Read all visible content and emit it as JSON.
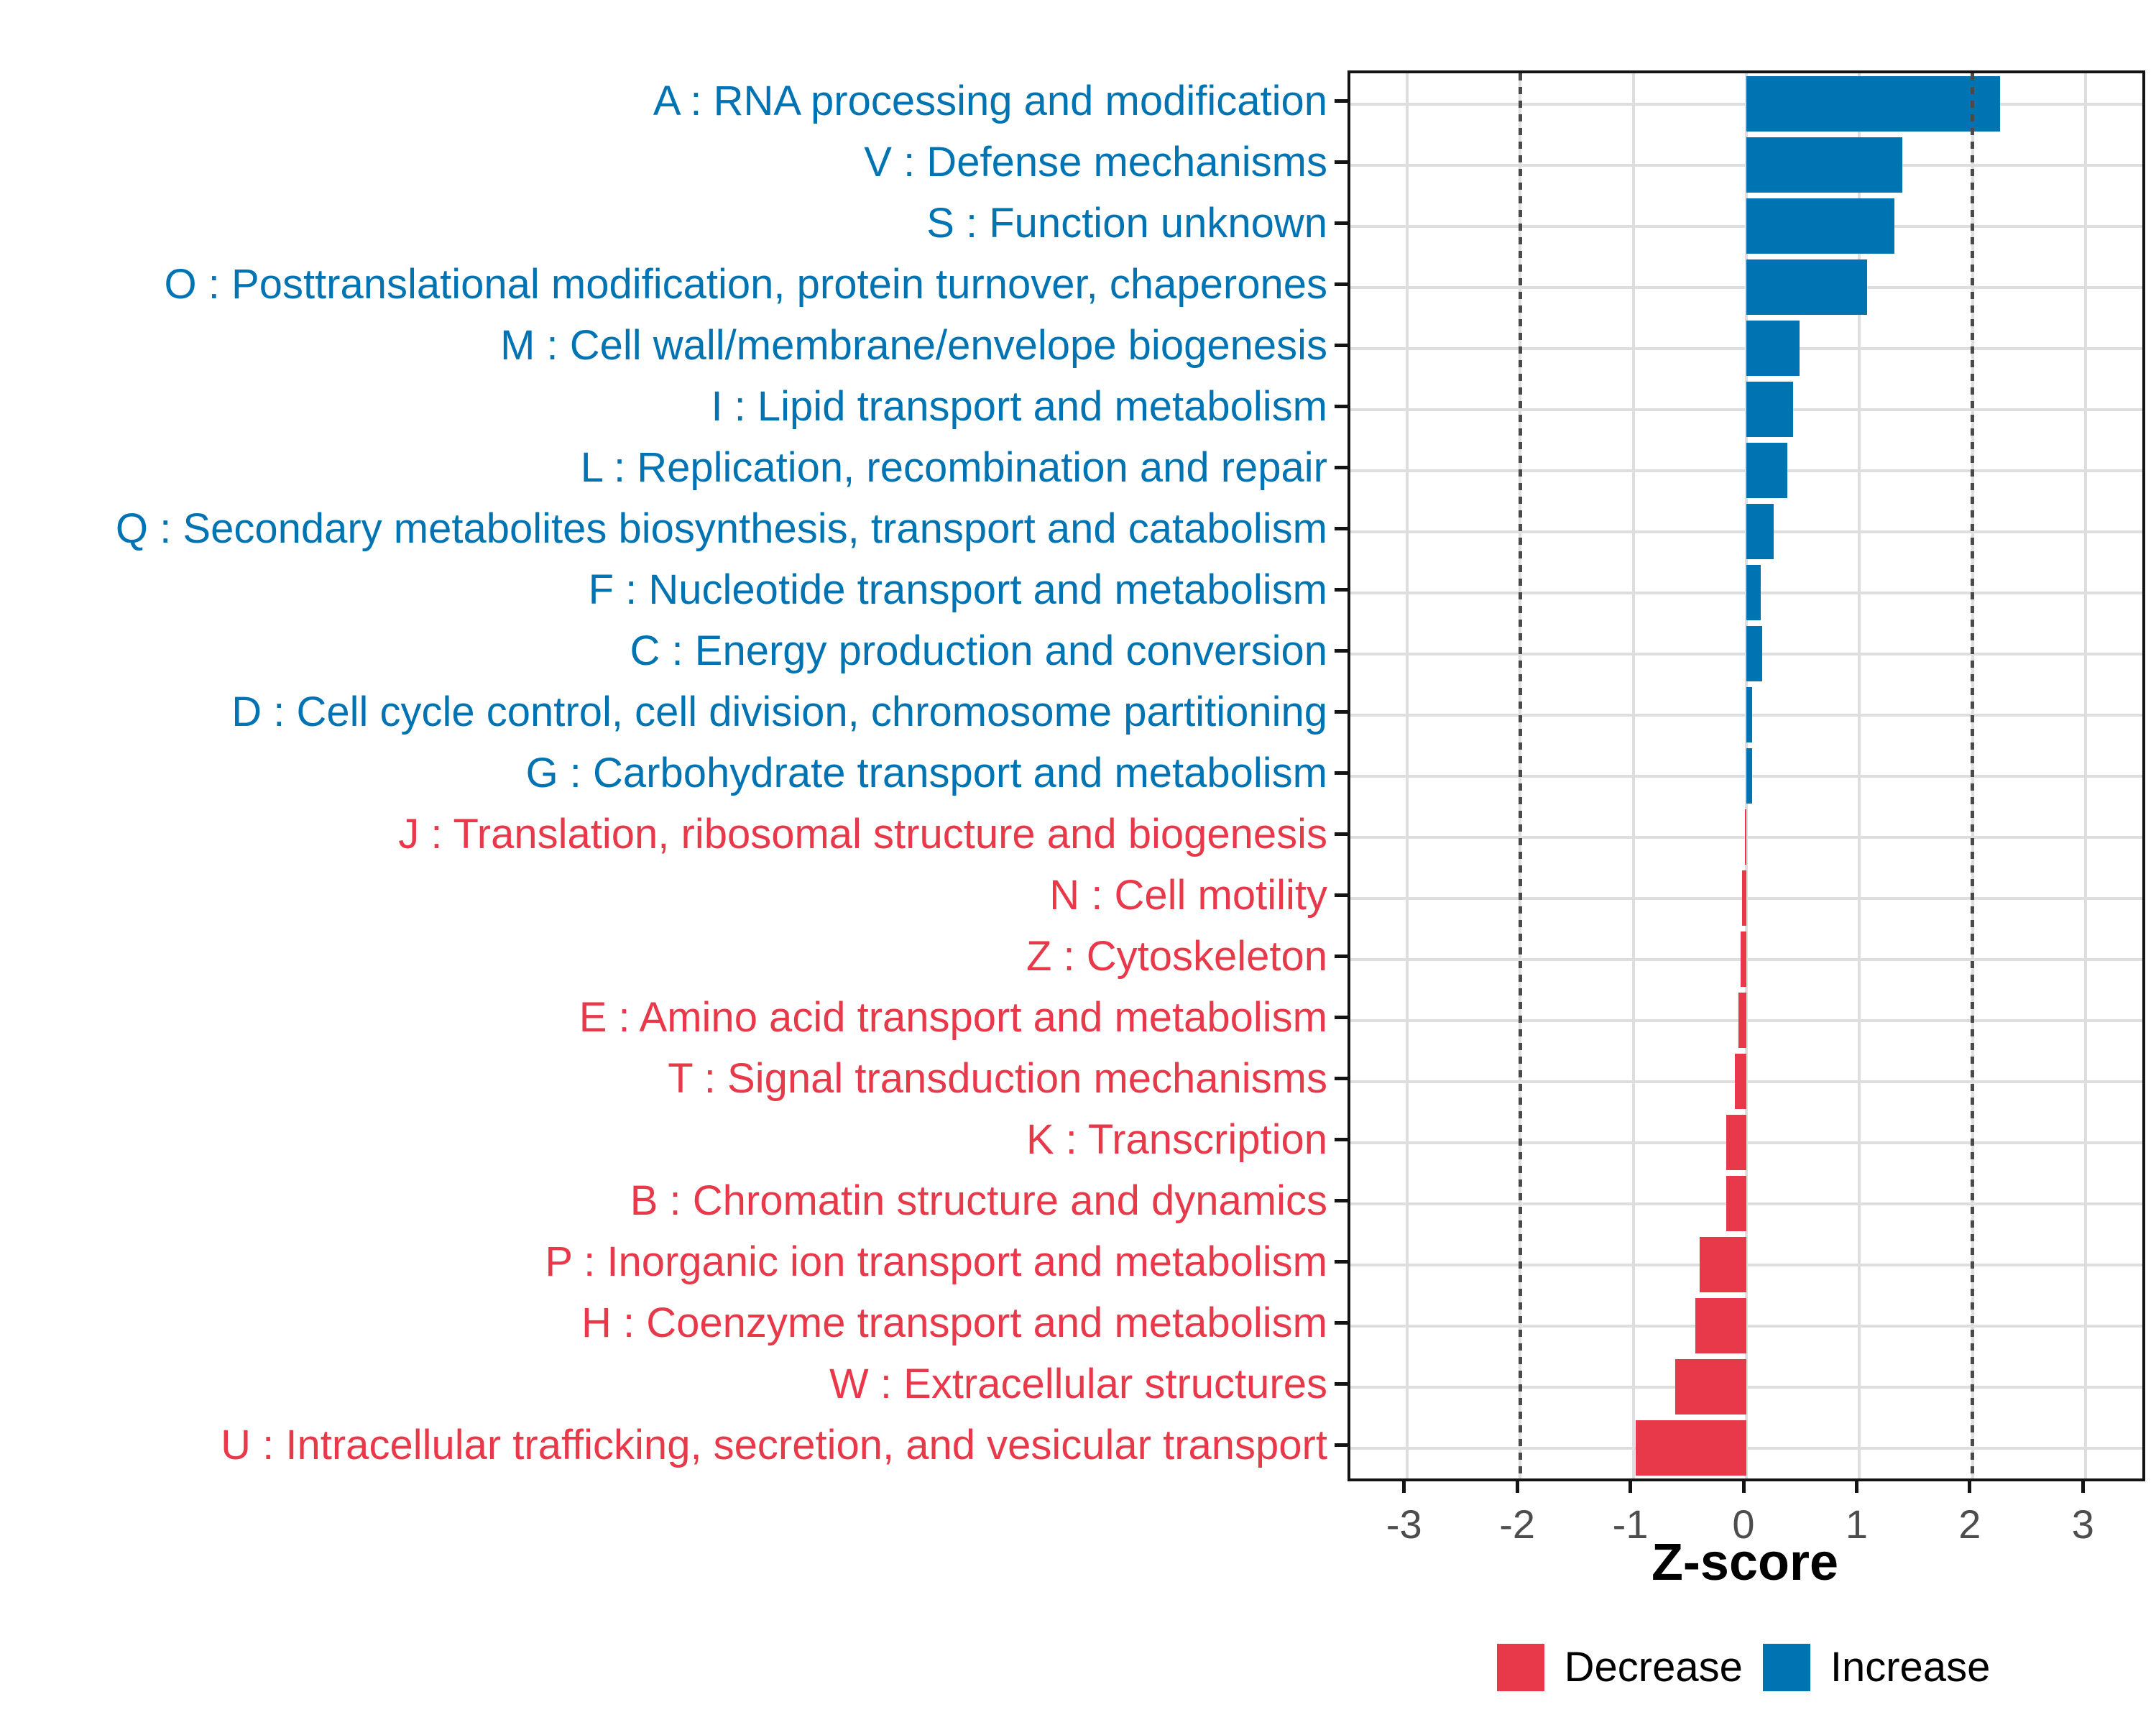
{
  "chart_data": {
    "type": "bar",
    "orientation": "horizontal",
    "title": "",
    "xlabel": "Z-score",
    "ylabel": "",
    "xlim": [
      -3.5,
      3.5
    ],
    "x_ticks": [
      -3,
      -2,
      -1,
      0,
      1,
      2,
      3
    ],
    "grid": true,
    "grid_color": "#DEDEDE",
    "axis_tick_label_color": "#4d4d4d",
    "reference_lines": {
      "values": [
        -2,
        2
      ],
      "style": "dotted",
      "color": "#4a4a4a"
    },
    "group_colors": {
      "Increase": "#0074B3",
      "Decrease": "#E8394A"
    },
    "legend": {
      "position": "bottom",
      "entries": [
        {
          "label": "Decrease",
          "color": "#E8394A"
        },
        {
          "label": "Increase",
          "color": "#0074B3"
        }
      ]
    },
    "categories": [
      "A : RNA processing and modification",
      "V : Defense mechanisms",
      "S : Function unknown",
      "O : Posttranslational modification, protein turnover, chaperones",
      "M : Cell wall/membrane/envelope biogenesis",
      "I : Lipid transport and metabolism",
      "L : Replication, recombination and repair",
      "Q : Secondary metabolites biosynthesis, transport and catabolism",
      "F : Nucleotide transport and metabolism",
      "C : Energy production and conversion",
      "D : Cell cycle control, cell division, chromosome partitioning",
      "G : Carbohydrate transport and metabolism",
      "J : Translation, ribosomal structure and biogenesis",
      "N : Cell motility",
      "Z : Cytoskeleton",
      "E : Amino acid transport and metabolism",
      "T : Signal transduction mechanisms",
      "K : Transcription",
      "B : Chromatin structure and dynamics",
      "P : Inorganic ion transport and metabolism",
      "H : Coenzyme transport and metabolism",
      "W : Extracellular structures",
      "U : Intracellular trafficking, secretion, and vesicular transport"
    ],
    "values": [
      2.24,
      1.38,
      1.31,
      1.07,
      0.47,
      0.41,
      0.36,
      0.24,
      0.13,
      0.14,
      0.05,
      0.05,
      -0.01,
      -0.04,
      -0.05,
      -0.07,
      -0.1,
      -0.18,
      -0.18,
      -0.41,
      -0.45,
      -0.63,
      -0.98
    ],
    "groups": [
      "Increase",
      "Increase",
      "Increase",
      "Increase",
      "Increase",
      "Increase",
      "Increase",
      "Increase",
      "Increase",
      "Increase",
      "Increase",
      "Increase",
      "Decrease",
      "Decrease",
      "Decrease",
      "Decrease",
      "Decrease",
      "Decrease",
      "Decrease",
      "Decrease",
      "Decrease",
      "Decrease",
      "Decrease"
    ]
  }
}
